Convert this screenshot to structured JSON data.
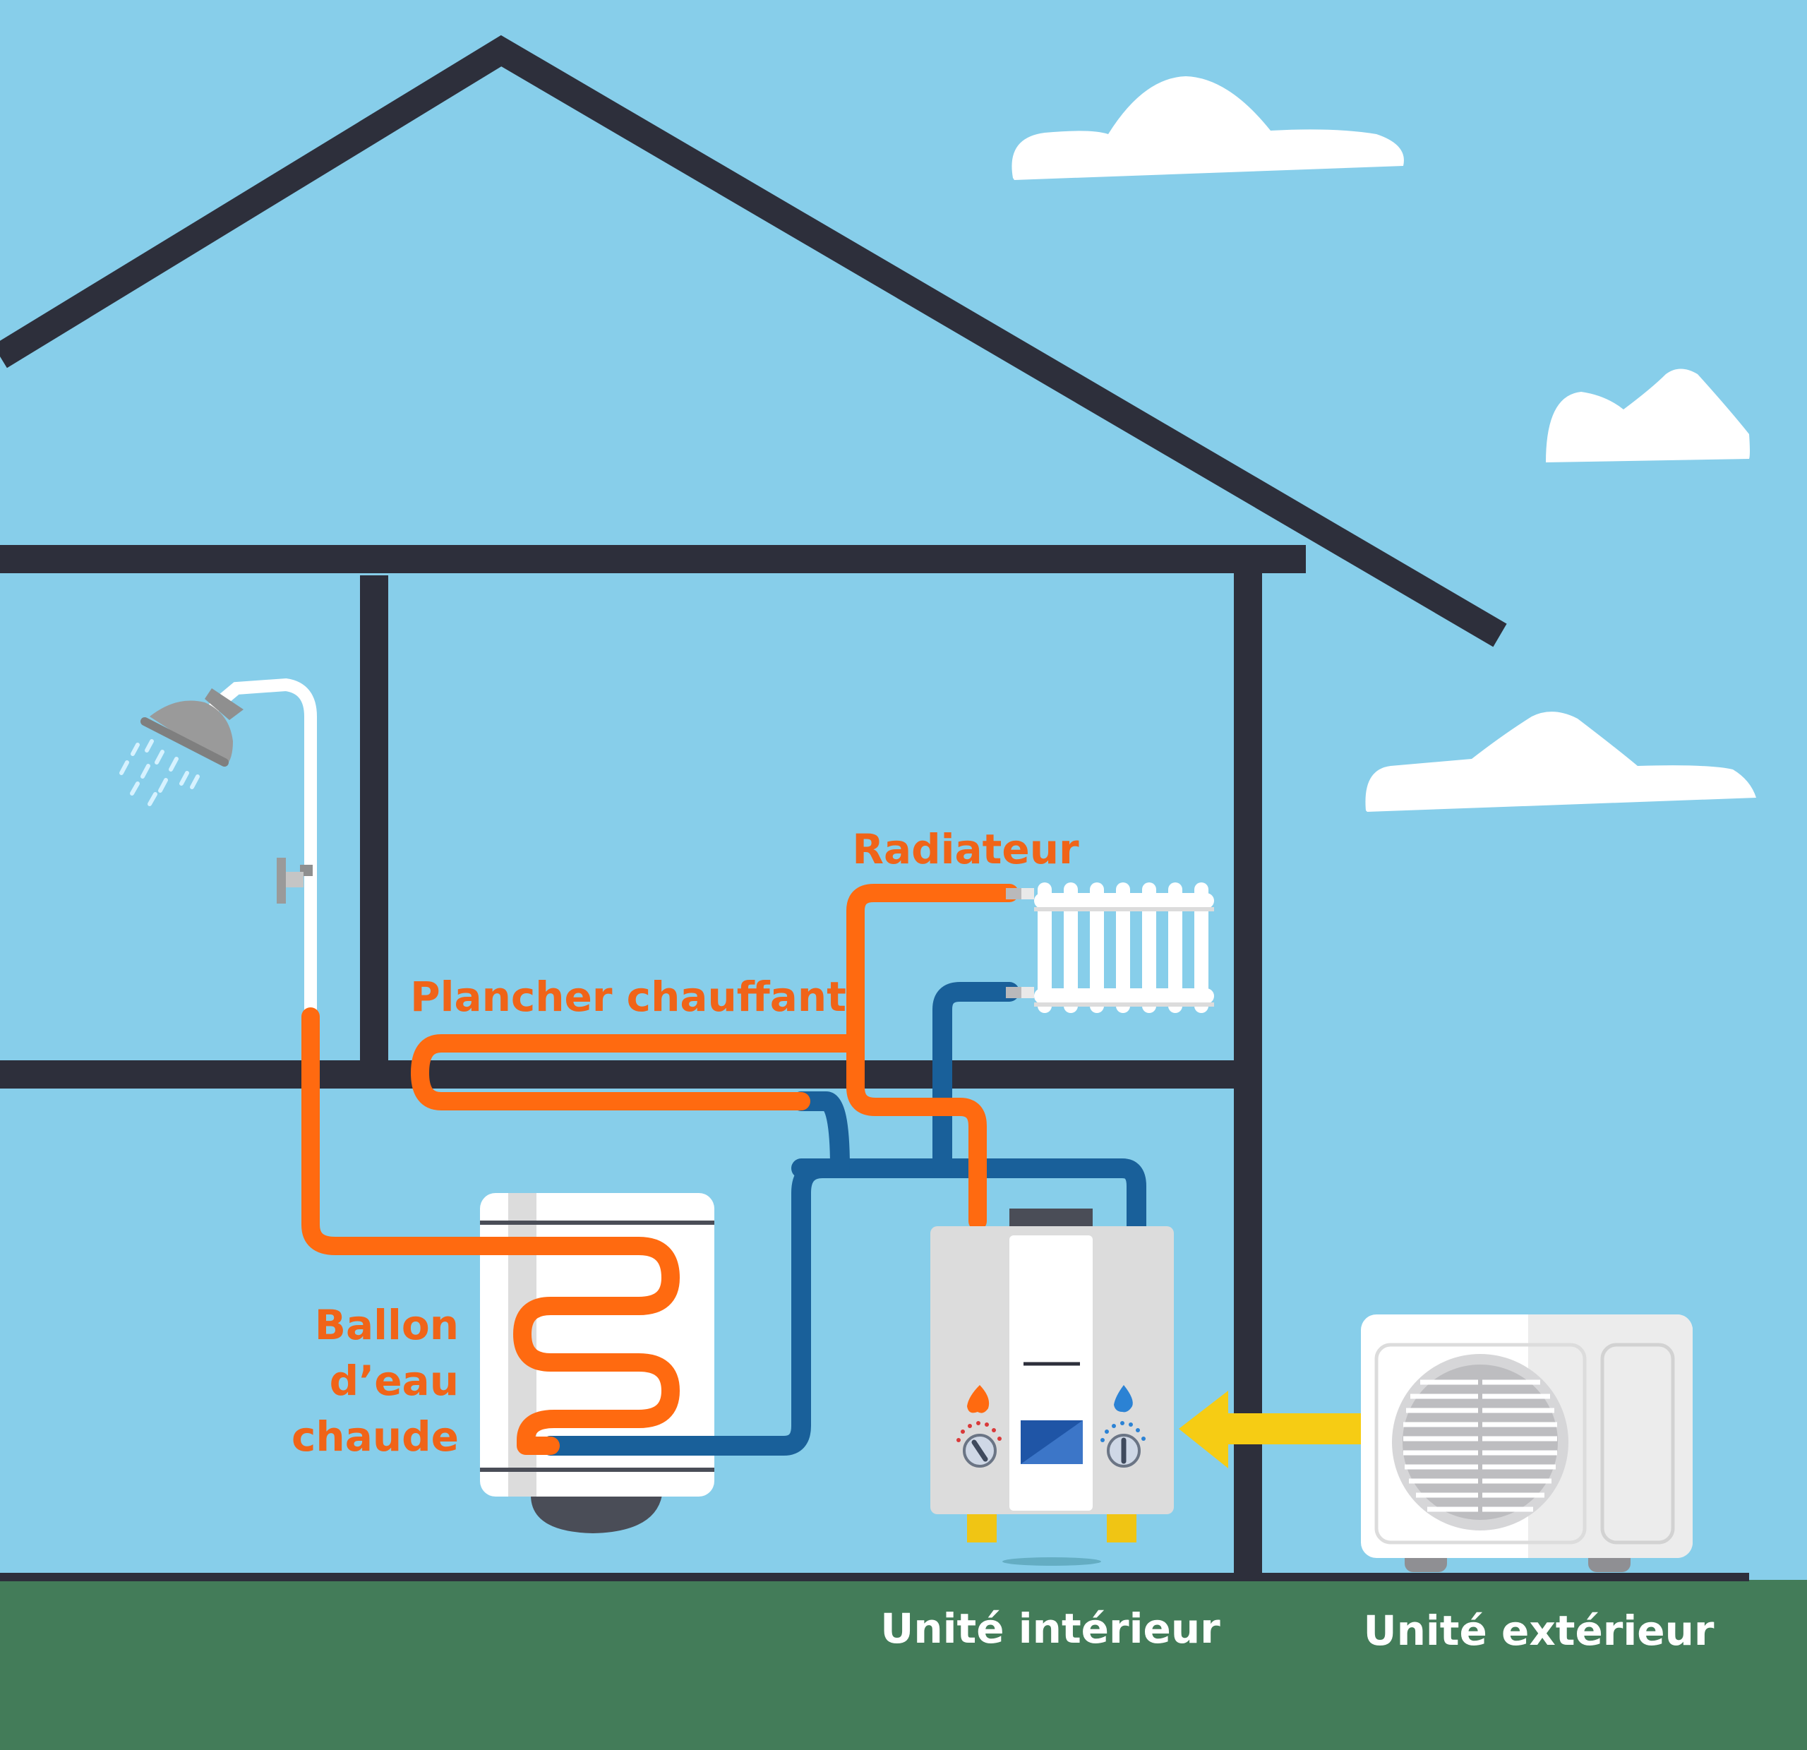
{
  "labels": {
    "radiator": "Radiateur",
    "floor_heating": "Plancher chauffant",
    "tank_line1": "Ballon",
    "tank_line2": "d’eau",
    "tank_line3": "chaude",
    "indoor_unit": "Unité intérieur",
    "outdoor_unit": "Unité extérieur"
  },
  "colors": {
    "sky": "#87ceea",
    "ground": "#437c59",
    "house_outline": "#2d2f3b",
    "hot_pipe": "#ff6a10",
    "cold_pipe": "#19609a",
    "label_orange": "#f06418",
    "label_white": "#ffffff",
    "arrow_yellow": "#f6cc14",
    "cloud": "#ffffff"
  },
  "icons": [
    "shower-head-icon",
    "radiator-icon",
    "water-tank-icon",
    "boiler-icon",
    "flame-icon",
    "water-drop-icon",
    "heat-pump-fan-icon",
    "cloud-icon",
    "arrow-icon"
  ]
}
